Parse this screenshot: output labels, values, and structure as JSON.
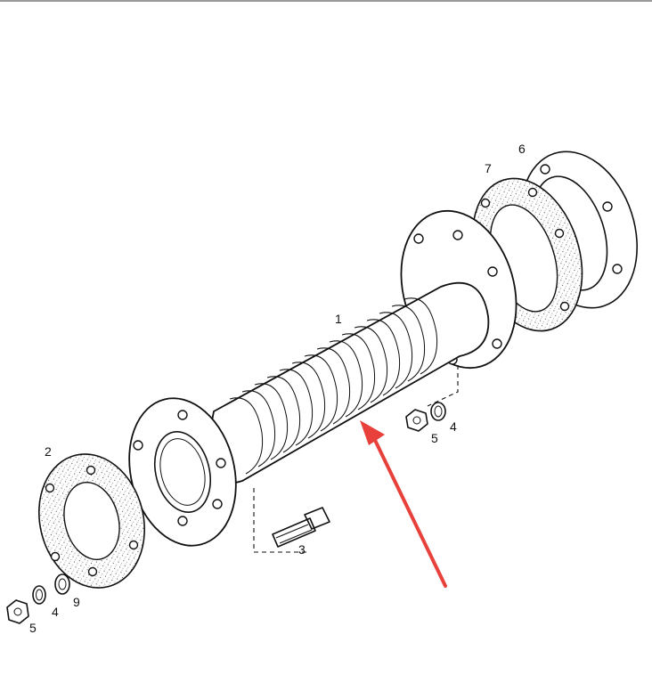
{
  "callouts": {
    "bellows": "1",
    "gasket_left": "2",
    "bolt": "3",
    "lock_washer_right": "4",
    "nut_right": "5",
    "lock_washer_left": "4",
    "nut_left": "5",
    "washer_left": "9",
    "flange_far": "6",
    "gasket_far": "7"
  },
  "colors": {
    "arrow": "#e8403a",
    "ink": "#111111",
    "background": "#ffffff"
  },
  "icons": {
    "pointer": "red-arrow-icon"
  }
}
